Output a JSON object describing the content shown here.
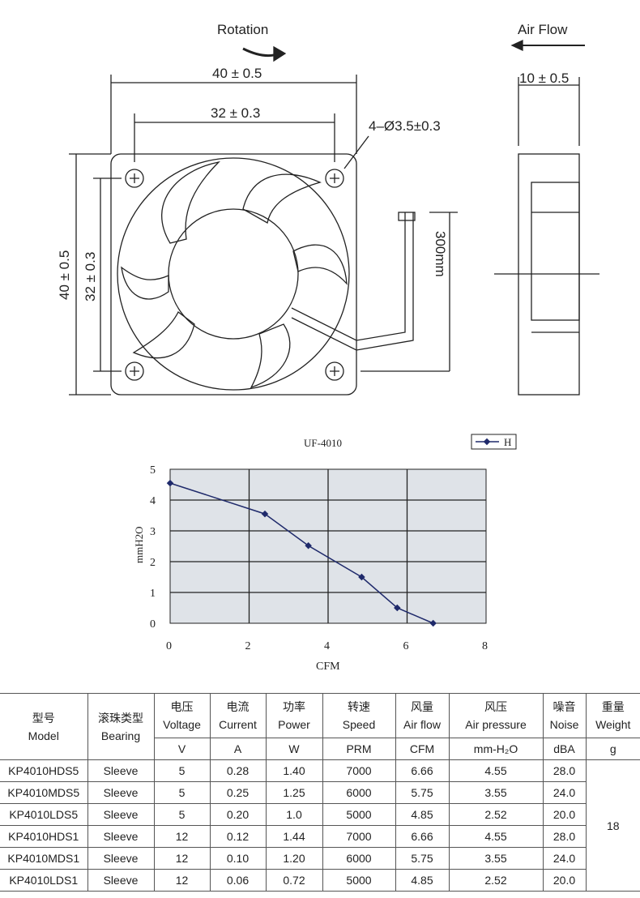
{
  "drawing": {
    "rotation_label": "Rotation",
    "airflow_label": "Air Flow",
    "outer_width": "40 ± 0.5",
    "hole_spacing_width": "32 ± 0.3",
    "outer_height": "40 ± 0.5",
    "hole_spacing_height": "32 ± 0.3",
    "hole_spec": "4–Ø3.5±0.3",
    "lead_length": "300mm",
    "thickness": "10 ± 0.5"
  },
  "chart_data": {
    "type": "line",
    "title": "UF-4010",
    "xlabel": "CFM",
    "ylabel": "mmH2O",
    "xlim": [
      0,
      8
    ],
    "ylim": [
      0,
      5
    ],
    "xticks": [
      "0",
      "2",
      "4",
      "6",
      "8"
    ],
    "yticks": [
      "0",
      "1",
      "2",
      "3",
      "4",
      "5"
    ],
    "grid": true,
    "legend_position": "top-right",
    "series": [
      {
        "name": "H",
        "color": "#1f2a6b",
        "x": [
          0,
          2.4,
          3.5,
          4.85,
          5.75,
          6.66
        ],
        "y": [
          4.55,
          3.55,
          2.52,
          1.5,
          0.5,
          0
        ]
      }
    ]
  },
  "table": {
    "headers": [
      {
        "cn": "型号",
        "en": "Model",
        "unit": ""
      },
      {
        "cn": "滚珠类型",
        "en": "Bearing",
        "unit": ""
      },
      {
        "cn": "电压",
        "en": "Voltage",
        "unit": "V"
      },
      {
        "cn": "电流",
        "en": "Current",
        "unit": "A"
      },
      {
        "cn": "功率",
        "en": "Power",
        "unit": "W"
      },
      {
        "cn": "转速",
        "en": "Speed",
        "unit": "PRM"
      },
      {
        "cn": "风量",
        "en": "Air flow",
        "unit": "CFM"
      },
      {
        "cn": "风压",
        "en": "Air pressure",
        "unit": "mm-H₂O"
      },
      {
        "cn": "噪音",
        "en": "Noise",
        "unit": "dBA"
      },
      {
        "cn": "重量",
        "en": "Weight",
        "unit": "g"
      }
    ],
    "rows": [
      [
        "KP4010HDS5",
        "Sleeve",
        "5",
        "0.28",
        "1.40",
        "7000",
        "6.66",
        "4.55",
        "28.0"
      ],
      [
        "KP4010MDS5",
        "Sleeve",
        "5",
        "0.25",
        "1.25",
        "6000",
        "5.75",
        "3.55",
        "24.0"
      ],
      [
        "KP4010LDS5",
        "Sleeve",
        "5",
        "0.20",
        "1.0",
        "5000",
        "4.85",
        "2.52",
        "20.0"
      ],
      [
        "KP4010HDS1",
        "Sleeve",
        "12",
        "0.12",
        "1.44",
        "7000",
        "6.66",
        "4.55",
        "28.0"
      ],
      [
        "KP4010MDS1",
        "Sleeve",
        "12",
        "0.10",
        "1.20",
        "6000",
        "5.75",
        "3.55",
        "24.0"
      ],
      [
        "KP4010LDS1",
        "Sleeve",
        "12",
        "0.06",
        "0.72",
        "5000",
        "4.85",
        "2.52",
        "20.0"
      ]
    ],
    "weight": "18"
  }
}
